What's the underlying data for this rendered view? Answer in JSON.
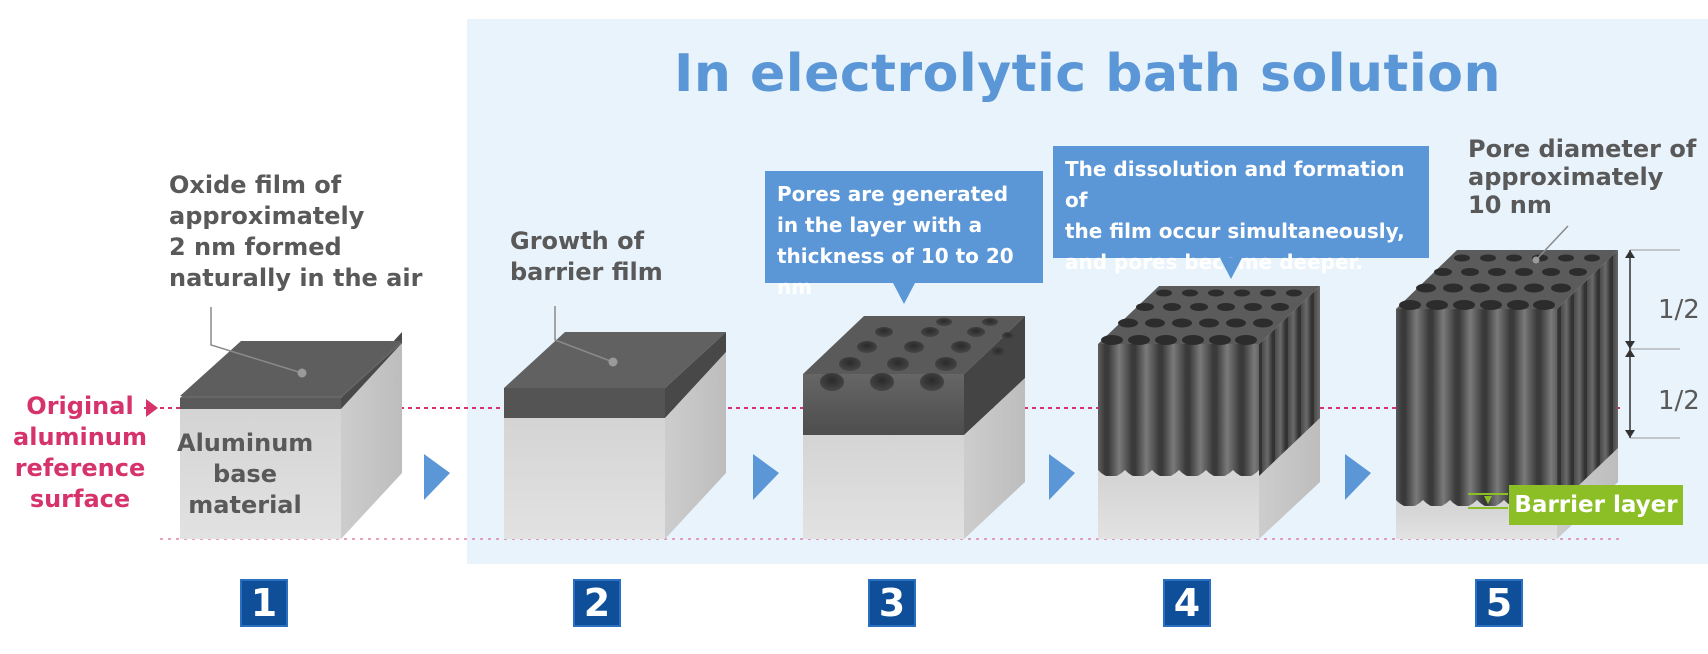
{
  "title": "In electrolytic bath solution",
  "reference_label": "Original\naluminum\nreference\nsurface",
  "base_label": "Aluminum\nbase\nmaterial",
  "steps": [
    {
      "number": "1",
      "label": "Oxide film of\napproximately\n2 nm formed\nnaturally in the air"
    },
    {
      "number": "2",
      "label": "Growth of\nbarrier film"
    },
    {
      "number": "3",
      "callout": "Pores are generated\nin the layer with a\nthickness of 10 to 20 nm"
    },
    {
      "number": "4",
      "callout": "The dissolution and formation of\nthe film occur simultaneously,\n and pores become deeper."
    },
    {
      "number": "5",
      "label": "Pore diameter of\napproximately\n10 nm"
    }
  ],
  "fractions": {
    "upper": "1/2",
    "lower": "1/2"
  },
  "barrier_layer": "Barrier layer",
  "colors": {
    "panel": "#e9f3fc",
    "title": "#5b96d6",
    "callout": "#5b96d6",
    "reference": "#d6336c",
    "badge": "#0f4f99",
    "barrier": "#8cbf26",
    "film": "#595959",
    "arrow": "#5b96d6"
  }
}
